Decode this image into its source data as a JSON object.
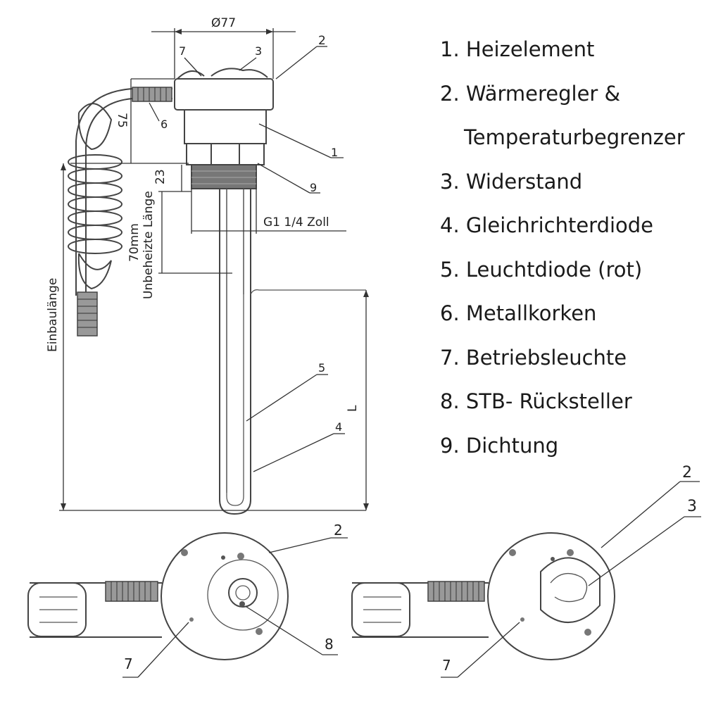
{
  "legend": [
    "1. Heizelement",
    "2. Wärmeregler &",
    "Temperaturbegrenzer",
    "3. Widerstand",
    "4. Gleichrichterdiode",
    "5. Leuchtdiode (rot)",
    "6. Metallkorken",
    "7. Betriebsleuchte",
    "8. STB- Rücksteller",
    "9. Dichtung"
  ],
  "dimensions": {
    "diameter": "Ø77",
    "height_75": "75",
    "height_23": "23",
    "length_70": "70mm",
    "unheated": "Unbeheizte Länge",
    "thread": "G1 1/4 Zoll",
    "install": "Einbaulänge",
    "length_L": "L"
  },
  "callouts": {
    "c1": "1",
    "c2": "2",
    "c3": "3",
    "c4": "4",
    "c5": "5",
    "c6": "6",
    "c7": "7",
    "c8": "8",
    "c9": "9"
  },
  "bottom_left": {
    "c2": "2",
    "c7": "7",
    "c8": "8"
  },
  "bottom_right": {
    "c2": "2",
    "c3": "3",
    "c7": "7"
  }
}
